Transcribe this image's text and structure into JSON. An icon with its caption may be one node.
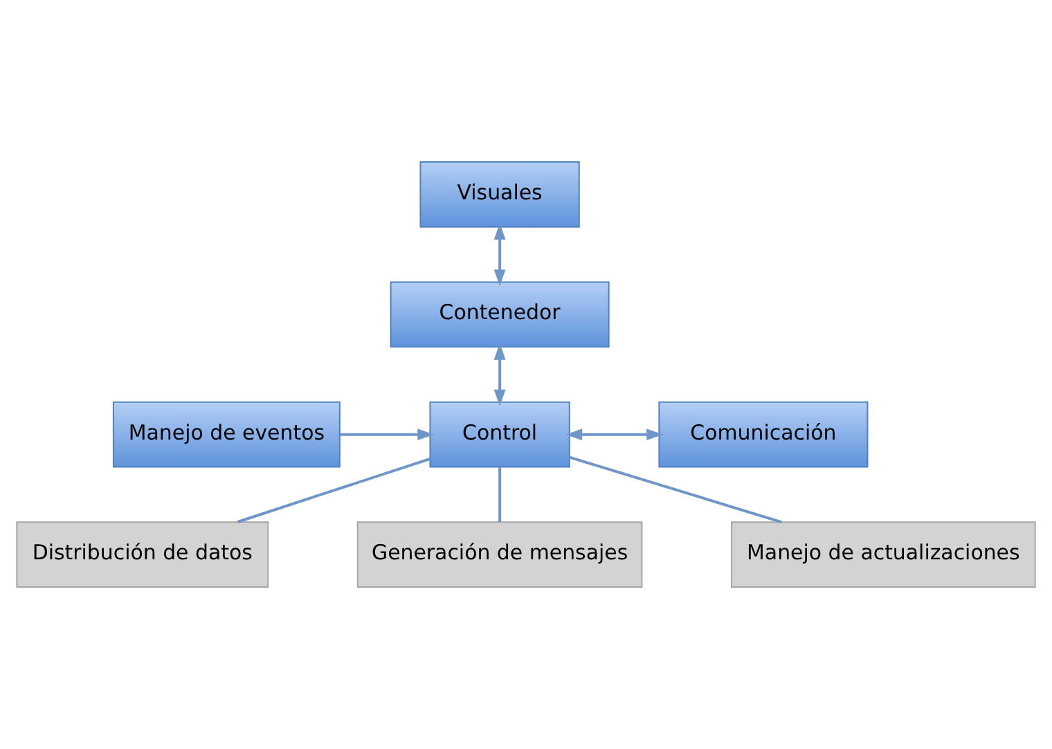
{
  "diagram": {
    "nodes": [
      {
        "text": [
          "Visuales"
        ]
      },
      {
        "text": [
          "Contenedor"
        ]
      },
      {
        "text": [
          "Manejo de eventos"
        ]
      },
      {
        "text": [
          "Control"
        ]
      },
      {
        "text": [
          "Comunicación"
        ]
      },
      {
        "text": [
          "Distribución de datos"
        ]
      },
      {
        "text": [
          "Generación de mensajes"
        ]
      },
      {
        "text": [
          "Manejo de actualizaciones"
        ]
      }
    ],
    "edges": [
      {
        "from": 0,
        "to": 1,
        "arrow": "both"
      },
      {
        "from": 1,
        "to": 3,
        "arrow": "both"
      },
      {
        "from": 2,
        "to": 3,
        "arrow": "to"
      },
      {
        "from": 3,
        "to": 4,
        "arrow": "both"
      },
      {
        "from": 3,
        "to": 5,
        "arrow": "none"
      },
      {
        "from": 3,
        "to": 6,
        "arrow": "none"
      },
      {
        "from": 3,
        "to": 7,
        "arrow": "none"
      }
    ]
  }
}
